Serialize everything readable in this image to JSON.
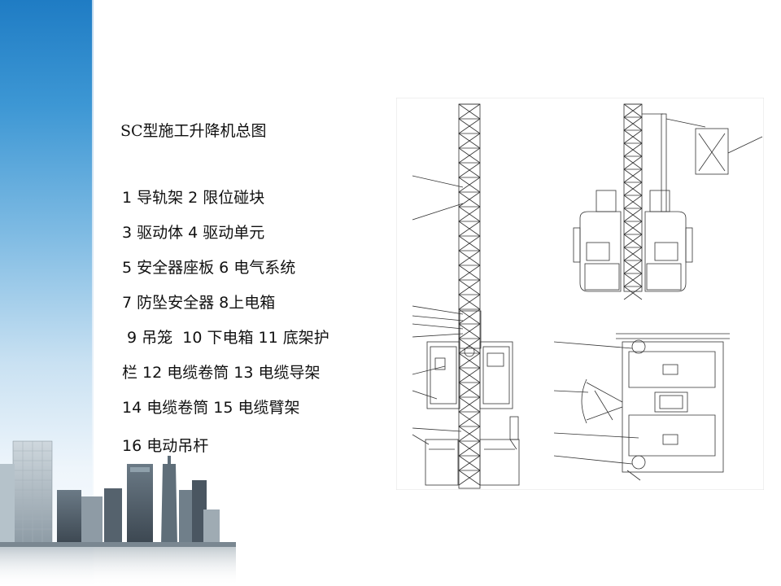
{
  "slide": {
    "title": "SC型施工升降机总图",
    "legend_lines": [
      "1 导轨架  2 限位碰块",
      "3 驱动体  4 驱动单元",
      "5 安全器座板  6 电气系统",
      "7 防坠安全器  8上电箱",
      " 9 吊笼  10 下电箱 11 底架护",
      "栏 12 电缆卷筒 13 电缆导架",
      "14 电缆卷筒 15 电缆臂架",
      "16 电动吊杆"
    ]
  },
  "colors": {
    "sidebar_top": "#1f7cc4",
    "text": "#111111",
    "drawing_stroke": "#333333"
  },
  "icons": [
    "city-skyline-decoration",
    "elevator-side-view",
    "elevator-front-view",
    "elevator-plan-view"
  ]
}
